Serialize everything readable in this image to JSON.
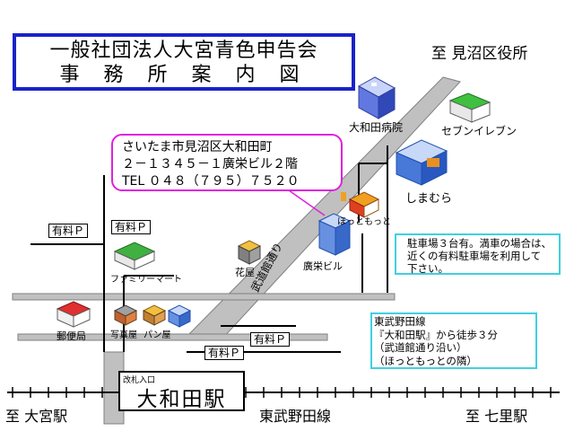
{
  "title": {
    "line1": "一般社団法人大宮青色申告会",
    "line2": "事 務 所 案  内  図"
  },
  "address": {
    "line1": "さいたま市見沼区大和田町",
    "line2": "２－１３４５－１廣栄ビル２階",
    "line3": "TEL ０４８（７９５）７５２０"
  },
  "parking": {
    "line1": "駐車場３台有。満車の場合は、",
    "line2": "近くの有料駐車場を利用して",
    "line3": "下さい。"
  },
  "access": {
    "line1": "東武野田線",
    "line2": "『大和田駅』から徒歩３分",
    "line3": "（武道館通り沿い）",
    "line4": "（ほっともっとの隣）"
  },
  "station": {
    "exit": "改札入口",
    "name": "大和田駅"
  },
  "directions": {
    "top_right": "至 見沼区役所",
    "bottom_left": "至 大宮駅",
    "bottom_center": "東武野田線",
    "bottom_right": "至 七里駅"
  },
  "road_label": "武道館通り",
  "landmarks": {
    "hospital": "大和田病院",
    "seven": "セブンイレブン",
    "shimamura": "しまむら",
    "hotmotto": "ほっともっと",
    "office": "廣栄ビル",
    "hanaya": "花屋",
    "familymart": "ファミリーマート",
    "post": "郵便局",
    "photo": "写真屋",
    "bakery": "パン屋"
  },
  "paid_parking_label": "有料Ｐ",
  "colors": {
    "title_border": "#1a22c8",
    "address_border": "#e020e0",
    "info_border": "#40d0e0",
    "road": "#c0c0c0"
  }
}
